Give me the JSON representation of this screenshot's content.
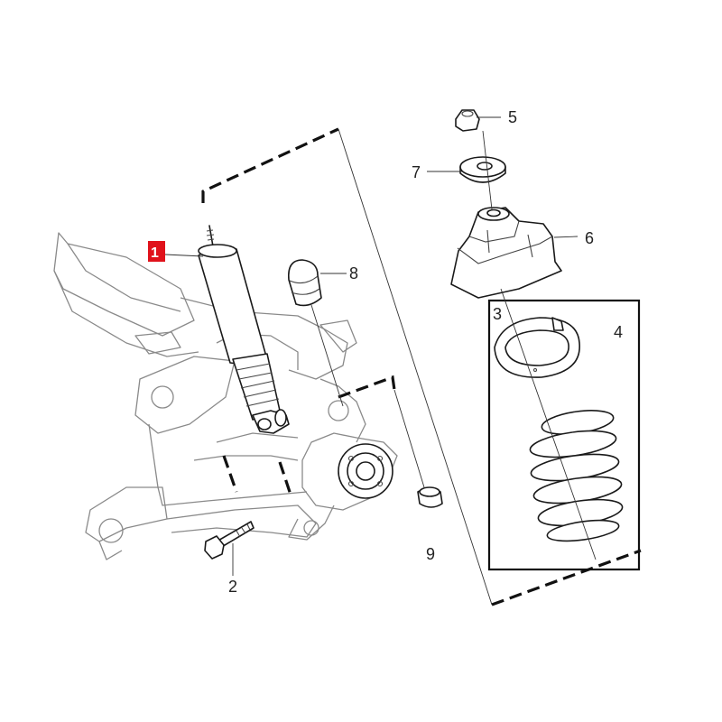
{
  "labels": {
    "l1": "1",
    "l2": "2",
    "l3": "3",
    "l4": "4",
    "l5": "5",
    "l6": "6",
    "l7": "7",
    "l8": "8",
    "l9": "9"
  },
  "colors": {
    "highlight": "#e0121b",
    "line": "#1a1a1a",
    "frame": "#8a8a8a"
  }
}
